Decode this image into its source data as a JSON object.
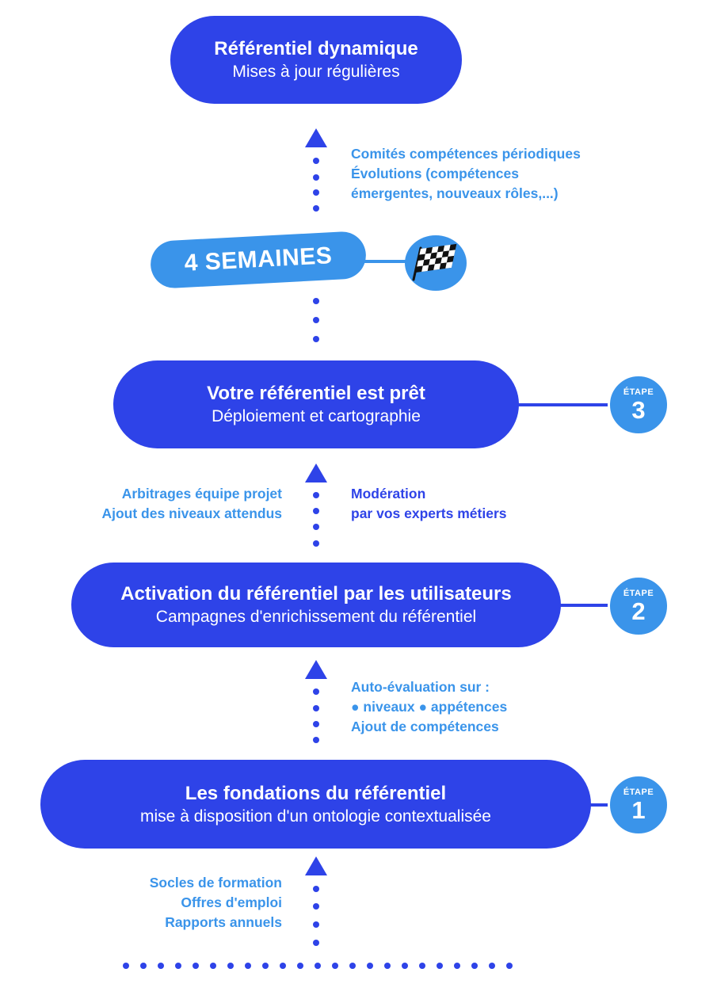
{
  "steps": {
    "dynamic": {
      "title": "Référentiel dynamique",
      "subtitle": "Mises à jour régulières"
    },
    "ready": {
      "title": "Votre référentiel est prêt",
      "subtitle": "Déploiement et cartographie"
    },
    "activation": {
      "title": "Activation du référentiel par les utilisateurs",
      "subtitle": "Campagnes d'enrichissement du référentiel"
    },
    "foundations": {
      "title": "Les fondations du référentiel",
      "subtitle": "mise à disposition d'un ontologie contextualisée"
    }
  },
  "weeks_label": "4 SEMAINES",
  "badges": [
    {
      "label": "ÉTAPE",
      "number": "3"
    },
    {
      "label": "ÉTAPE",
      "number": "2"
    },
    {
      "label": "ÉTAPE",
      "number": "1"
    }
  ],
  "notes": {
    "dynamic_right": [
      "Comités compétences périodiques",
      "Évolutions (compétences",
      "émergentes, nouveaux rôles,...)"
    ],
    "ready_left": [
      "Arbitrages équipe projet",
      "Ajout des niveaux attendus"
    ],
    "ready_right": [
      "Modération",
      "par vos experts métiers"
    ],
    "activation_right": [
      "Auto-évaluation sur :",
      "● niveaux ● appétences",
      "Ajout de compétences"
    ],
    "foundations_left": [
      "Socles de formation",
      "Offres d'emploi",
      "Rapports annuels"
    ]
  },
  "colors": {
    "primary": "#2e43e8",
    "accent": "#3a94ea",
    "background": "#ffffff"
  },
  "icons": {
    "flag": "checkered-flag-icon",
    "arrow": "triangle-up-icon"
  }
}
